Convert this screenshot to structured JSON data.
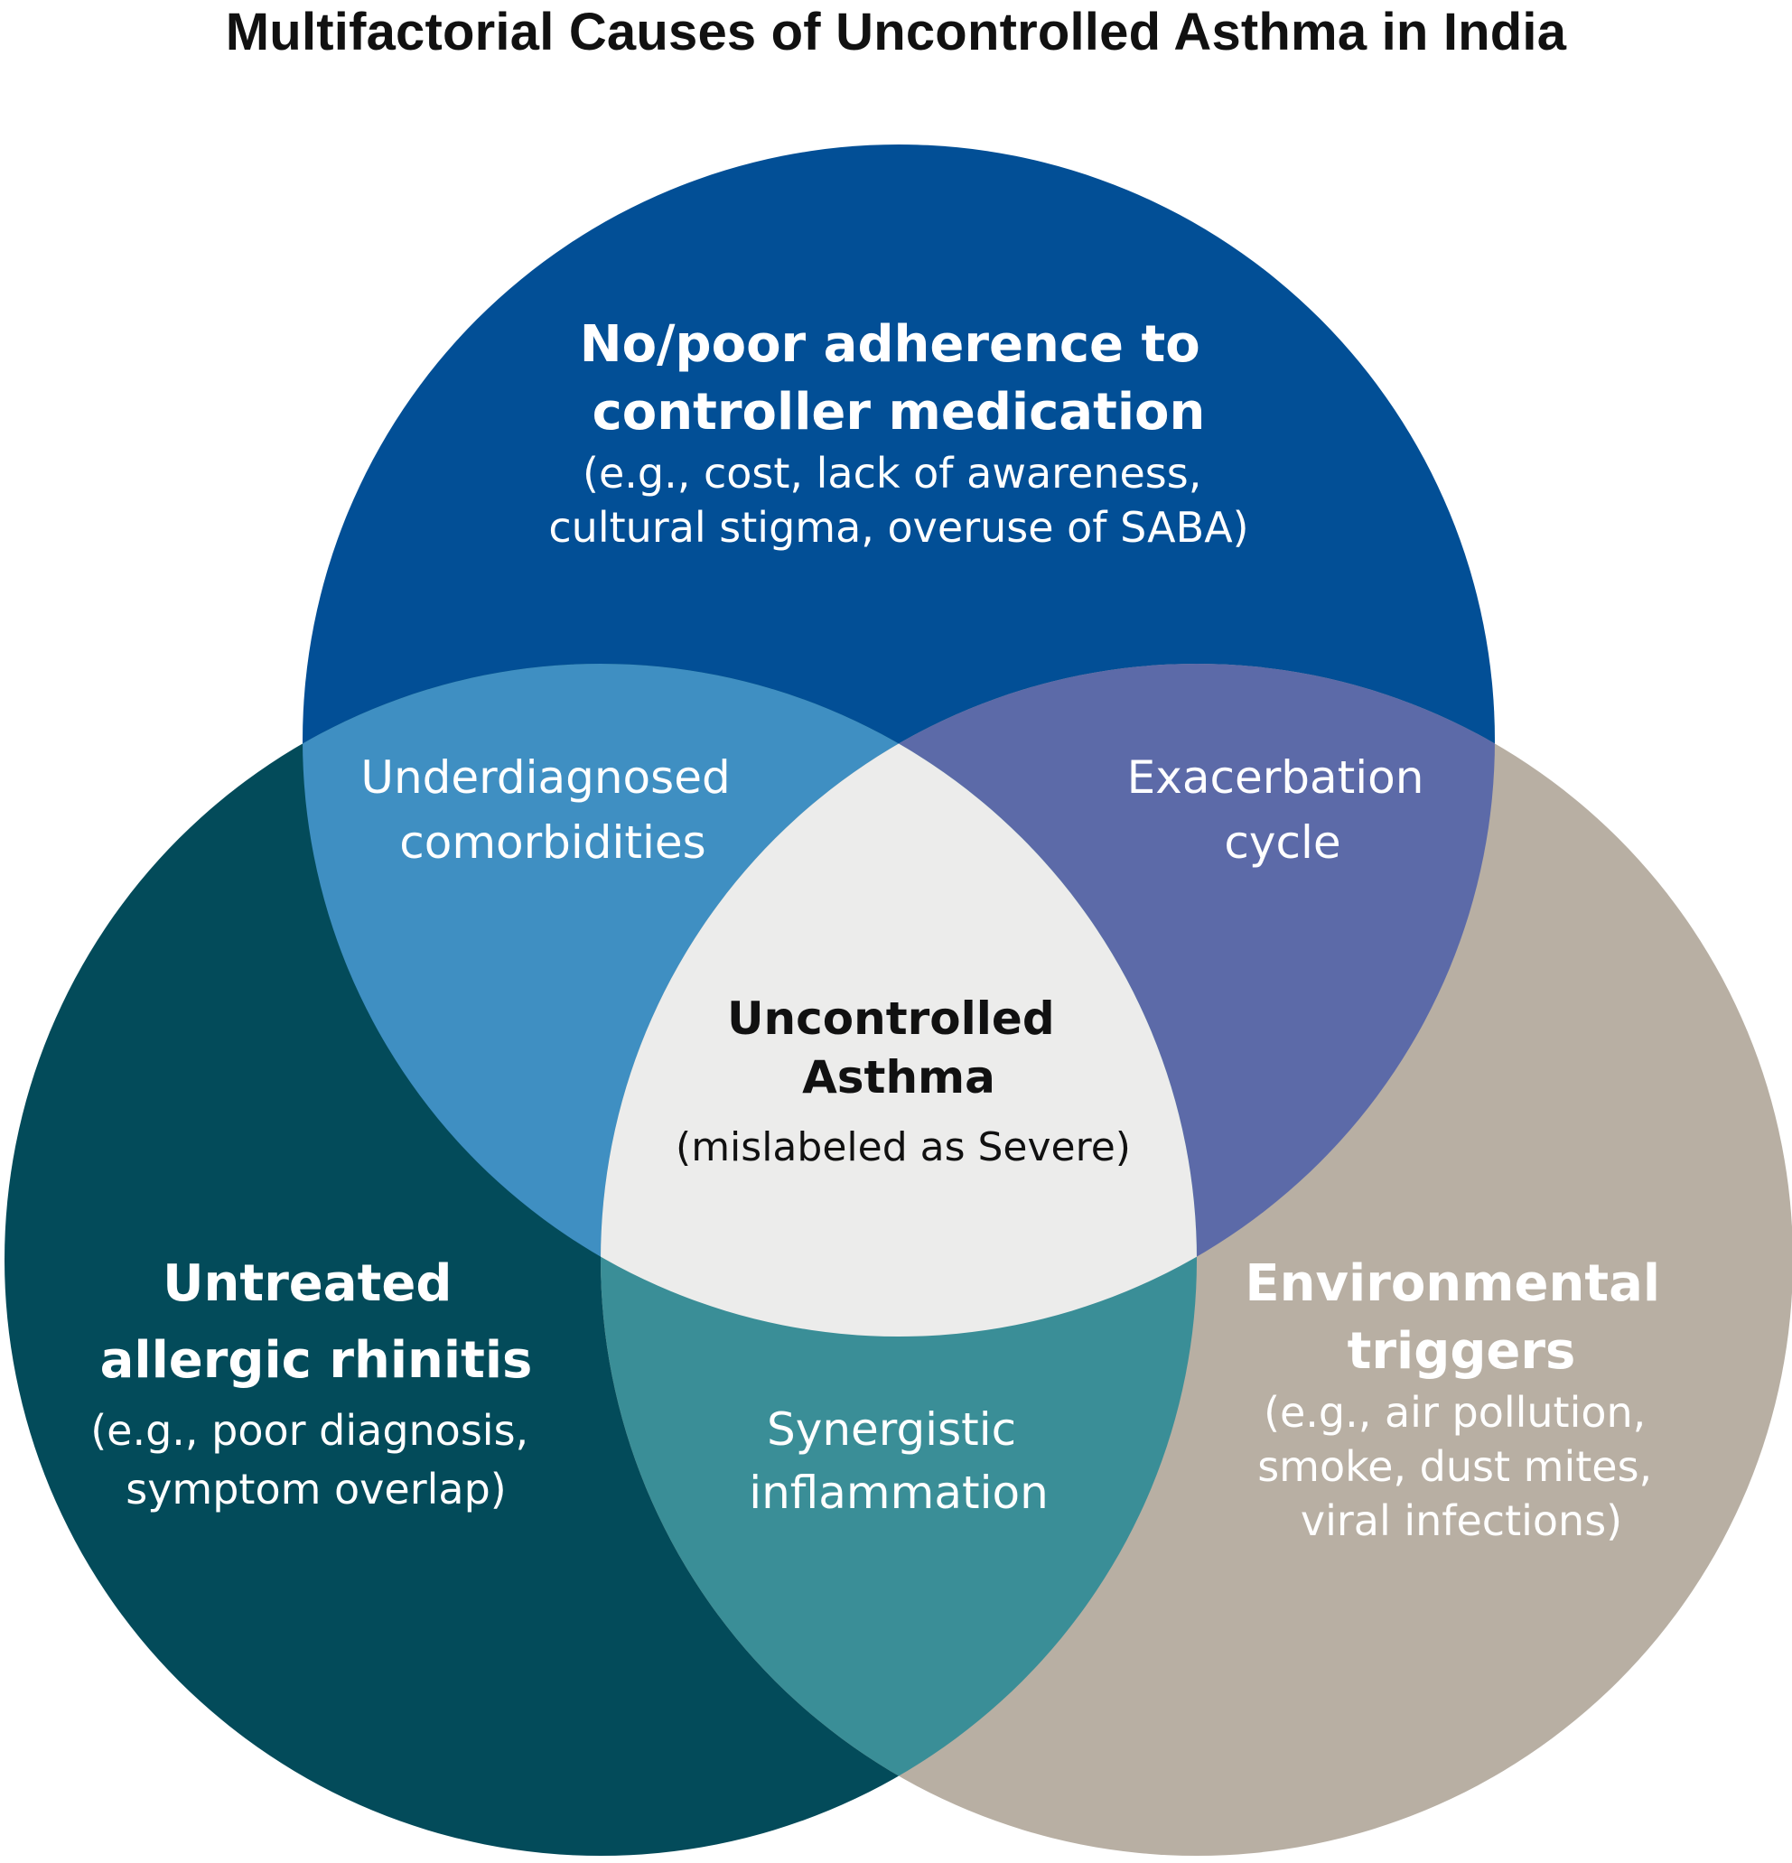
{
  "title": "Multifactorial Causes of Uncontrolled Asthma in India",
  "colors": {
    "top": "#024f96",
    "left": "#034b5a",
    "right": "#b8afa3",
    "top_left": "#3f8fc2",
    "top_right": "#5c6aa8",
    "left_right": "#3a8e97",
    "center": "#ececeb"
  },
  "circles": {
    "top": {
      "heading": [
        "No/poor adherence to",
        "controller medication"
      ],
      "detail": [
        "(e.g., cost, lack of awareness,",
        "cultural stigma, overuse of SABA)"
      ]
    },
    "left": {
      "heading": [
        "Untreated",
        "allergic rhinitis"
      ],
      "detail": [
        "(e.g., poor diagnosis,",
        "symptom overlap)"
      ]
    },
    "right": {
      "heading": [
        "Environmental",
        "triggers"
      ],
      "detail": [
        "(e.g., air pollution,",
        "smoke, dust mites,",
        "viral infections)"
      ]
    }
  },
  "overlaps": {
    "top_left": [
      "Underdiagnosed",
      "comorbidities"
    ],
    "top_right": [
      "Exacerbation",
      "cycle"
    ],
    "left_right": [
      "Synergistic",
      "inflammation"
    ]
  },
  "center": {
    "heading": [
      "Uncontrolled",
      "Asthma"
    ],
    "detail": "(mislabeled as Severe)"
  }
}
